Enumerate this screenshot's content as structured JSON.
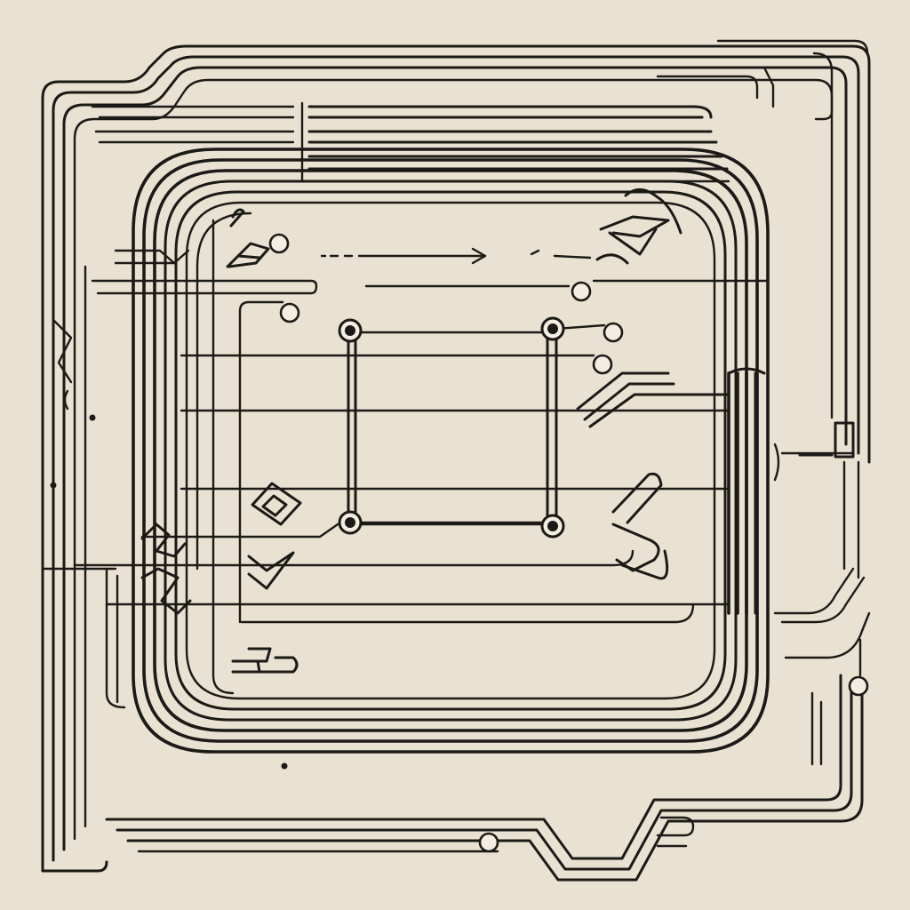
{
  "diagram": {
    "kind": "circuit-trace-illustration",
    "text_labels": [],
    "colors": {
      "background": "#e9e1d2",
      "ink": "#1c1a17",
      "node_fill": "#f3ede2"
    },
    "nodes": {
      "junctions": 4,
      "open_terminals": 7
    },
    "symbols": [
      "arrow-right",
      "ic-chip",
      "hook-connector",
      "stamp-glyph",
      "bracket-glyph"
    ]
  }
}
